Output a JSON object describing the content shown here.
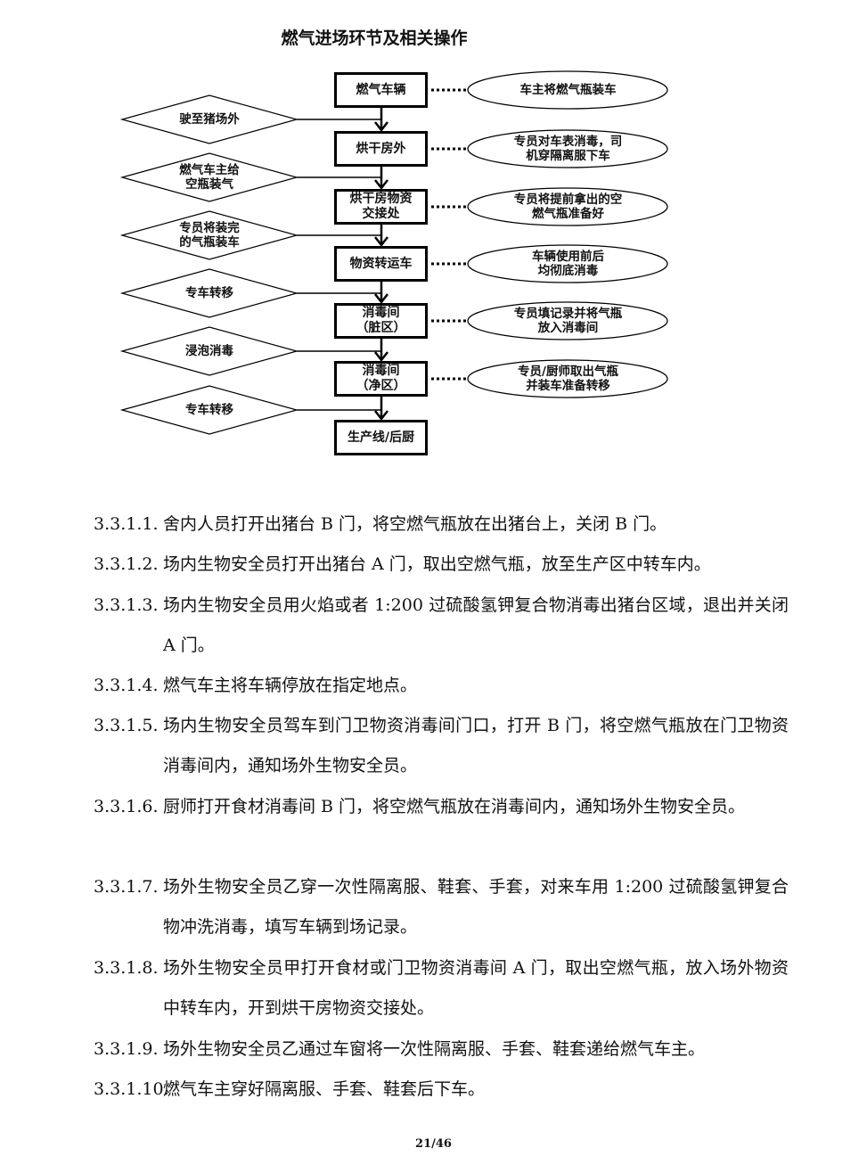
{
  "flowchart": {
    "title": "燃气进场环节及相关操作",
    "steps": [
      "燃气车辆",
      "烘干房外",
      "烘干房物资\n交接处",
      "物资转运车",
      "消毒间\n（脏区）",
      "消毒间\n（净区）",
      "生产线/后厨"
    ],
    "notes": [
      "车主将燃气瓶装车",
      "专员对车表消毒，司\n机穿隔离服下车",
      "专员将提前拿出的空\n燃气瓶准备好",
      "车辆使用前后\n均彻底消毒",
      "专员填记录并将气瓶\n放入消毒间",
      "专员/厨师取出气瓶\n并装车准备转移"
    ],
    "actions": [
      "驶至猪场外",
      "燃气车主给\n空瓶装气",
      "专员将装完\n的气瓶装车",
      "专车转移",
      "浸泡消毒",
      "专车转移"
    ]
  },
  "paragraphs": [
    {
      "num": "3.3.1.1.",
      "text": "舍内人员打开出猪台 B 门，将空燃气瓶放在出猪台上，关闭 B 门。"
    },
    {
      "num": "3.3.1.2.",
      "text": "场内生物安全员打开出猪台 A 门，取出空燃气瓶，放至生产区中转车内。"
    },
    {
      "num": "3.3.1.3.",
      "text": "场内生物安全员用火焰或者 1:200 过硫酸氢钾复合物消毒出猪台区域，退出并关闭 A 门。"
    },
    {
      "num": "3.3.1.4.",
      "text": "燃气车主将车辆停放在指定地点。"
    },
    {
      "num": "3.3.1.5.",
      "text": "场内生物安全员驾车到门卫物资消毒间门口，打开 B 门，将空燃气瓶放在门卫物资消毒间内，通知场外生物安全员。"
    },
    {
      "num": "3.3.1.6.",
      "text": "厨师打开食材消毒间 B 门，将空燃气瓶放在消毒间内，通知场外生物安全员。"
    },
    {
      "num": "3.3.1.7.",
      "text": "场外生物安全员乙穿一次性隔离服、鞋套、手套，对来车用 1:200 过硫酸氢钾复合物冲洗消毒，填写车辆到场记录。"
    },
    {
      "num": "3.3.1.8.",
      "text": "场外生物安全员甲打开食材或门卫物资消毒间 A 门，取出空燃气瓶，放入场外物资中转车内，开到烘干房物资交接处。"
    },
    {
      "num": "3.3.1.9.",
      "text": "场外生物安全员乙通过车窗将一次性隔离服、手套、鞋套递给燃气车主。"
    },
    {
      "num": "3.3.1.10.",
      "text": "燃气车主穿好隔离服、手套、鞋套后下车。"
    }
  ],
  "page_number": "21/46"
}
